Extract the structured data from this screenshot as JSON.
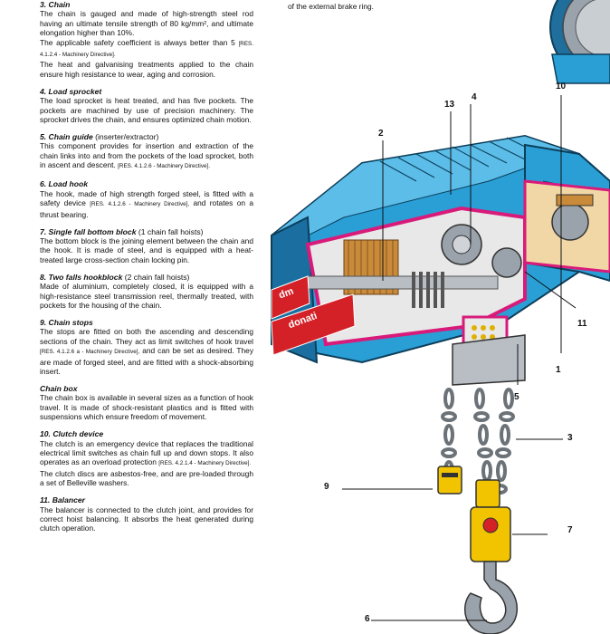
{
  "top_caption": "of the external brake ring.",
  "sections": [
    {
      "title": "3. Chain",
      "subtitle": "",
      "paragraphs": [
        [
          "The chain is gauged and made of high-strength steel rod having an ultimate tensile strength of 80 kg/mm², and ultimate elongation higher than 10%.",
          "",
          ""
        ],
        [
          "The applicable safety coefficient is always better than 5",
          "[RES. 4.1.2.4 - Machinery Directive].",
          ""
        ],
        [
          "The heat and galvanising treatments applied to the chain ensure high resistance to wear, aging and corrosion.",
          "",
          ""
        ]
      ]
    },
    {
      "title": "4. Load sprocket",
      "subtitle": "",
      "paragraphs": [
        [
          "The load sprocket is heat treated, and has five pockets. The pockets are machined by use of precision machinery. The sprocket drives the chain, and ensures optimized chain motion.",
          "",
          ""
        ]
      ]
    },
    {
      "title": "5. Chain guide",
      "subtitle": "(inserter/extractor)",
      "paragraphs": [
        [
          "This component provides for insertion and extraction of the chain links into and from the pockets of the load sprocket, both in ascent and descent.",
          "[RES. 4.1.2.6 - Machinery Directive].",
          ""
        ]
      ]
    },
    {
      "title": "6. Load hook",
      "subtitle": "",
      "paragraphs": [
        [
          "The hook, made of high strength forged steel, is fitted with a safety device",
          "[RES. 4.1.2.6 - Machinery Directive],",
          "and rotates on a thrust bearing."
        ]
      ]
    },
    {
      "title": "7. Single fall bottom block",
      "subtitle": "(1 chain fall hoists)",
      "paragraphs": [
        [
          "The bottom block is the joining element between the chain and the hook. It is made of steel, and is equipped with a heat-treated large cross-section chain locking pin.",
          "",
          ""
        ]
      ]
    },
    {
      "title": "8. Two falls hookblock",
      "subtitle": "(2 chain fall hoists)",
      "paragraphs": [
        [
          "Made of aluminium, completely closed, it is equipped with a high-resistance steel transmission reel, thermally treated, with pockets for the housing of the chain.",
          "",
          ""
        ]
      ]
    },
    {
      "title": "9. Chain stops",
      "subtitle": "",
      "paragraphs": [
        [
          "The stops are fitted on both the ascending and descending sections of the chain. They act as limit switches of hook travel",
          "[RES. 4.1.2.6 a - Machinery Directive],",
          "and can be set as desired. They are made of forged steel, and are fitted with a shock-absorbing insert."
        ]
      ]
    },
    {
      "title": "Chain box",
      "subtitle": "",
      "paragraphs": [
        [
          "The chain box is available in several sizes as a function of hook travel. It is made of shock-resistant plastics and is fitted with suspensions which ensure freedom of movement.",
          "",
          ""
        ]
      ]
    },
    {
      "title": "10. Clutch device",
      "subtitle": "",
      "paragraphs": [
        [
          "The clutch is an emergency device that replaces the traditional electrical limit switches as chain full up and down stops. It also operates as an overload protection",
          "[RES. 4.2.1.4 - Machinery Directive].",
          ""
        ],
        [
          "The clutch discs are asbestos-free, and are pre-loaded through a set of Belleville washers.",
          "",
          ""
        ]
      ]
    },
    {
      "title": "11. Balancer",
      "subtitle": "",
      "paragraphs": [
        [
          "The balancer is connected to the clutch joint, and provides for correct hoist balancing. It absorbs the heat generated during clutch operation.",
          "",
          ""
        ]
      ]
    }
  ],
  "figure": {
    "callouts": [
      "4",
      "10",
      "13",
      "2",
      "11",
      "1",
      "5",
      "3",
      "9",
      "7",
      "6"
    ],
    "logo_text": [
      "dm",
      "donati"
    ],
    "colors": {
      "body_blue": "#2a9fd6",
      "body_blue_dark": "#1a6fa0",
      "cutaway_magenta": "#d81b7a",
      "steel": "#9aa3ab",
      "hook_yellow": "#f2c400",
      "copper": "#c98a3a",
      "red_logo": "#d42027"
    }
  }
}
